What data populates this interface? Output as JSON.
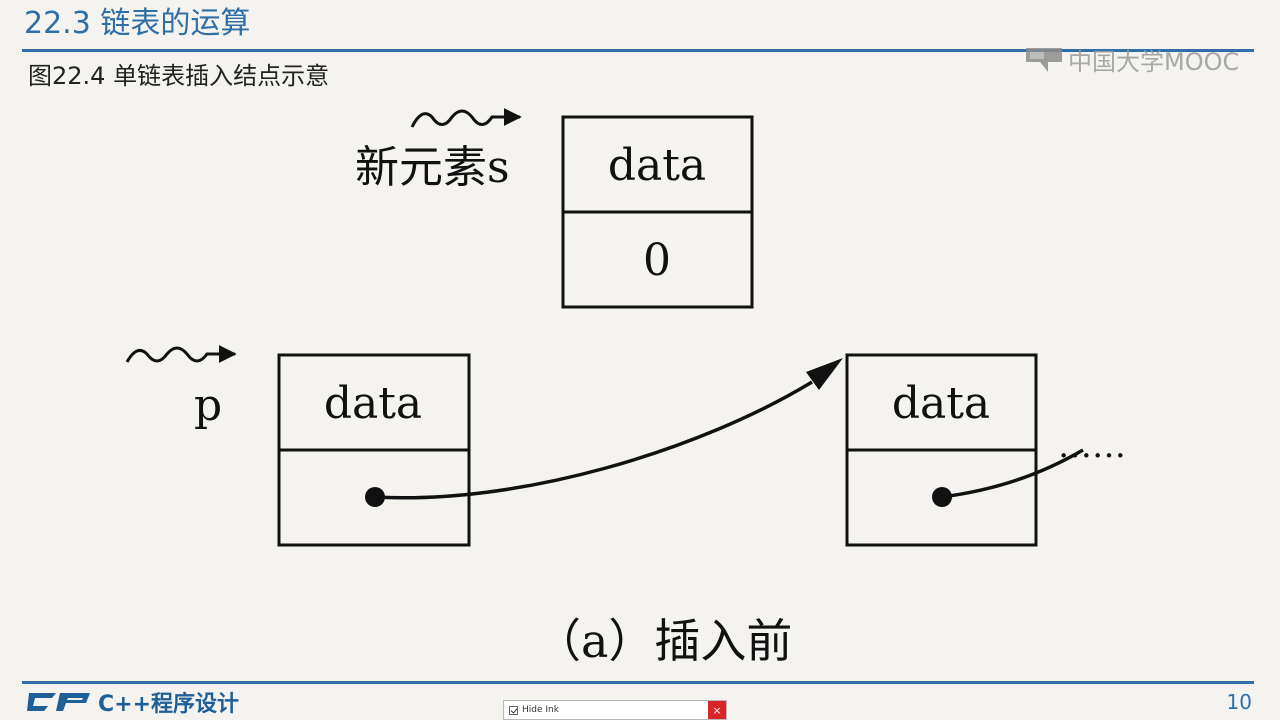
{
  "header": {
    "title": "22.3 链表的运算"
  },
  "figure": {
    "caption": "图22.4  单链表插入结点示意",
    "new_node": {
      "label": "新元素s",
      "data": "data",
      "next": "0"
    },
    "p_label": "p",
    "node_p_data": "data",
    "node_next_data": "data",
    "ellipsis": "……",
    "subcaption": "（a）插入前"
  },
  "watermark": {
    "text": "中国大学MOOC"
  },
  "footer": {
    "course": "C++程序设计",
    "page_number": "10"
  },
  "ink_toolbar": {
    "hide_ink_label": "Hide Ink",
    "close_glyph": "×"
  },
  "colors": {
    "accent": "#2f6fa6",
    "close_red": "#d9252a"
  },
  "icons": {
    "watermark": "mooc-logo-icon",
    "footer": "cpp-course-logo-icon",
    "checkbox": "checkbox-icon",
    "close": "close-icon"
  }
}
